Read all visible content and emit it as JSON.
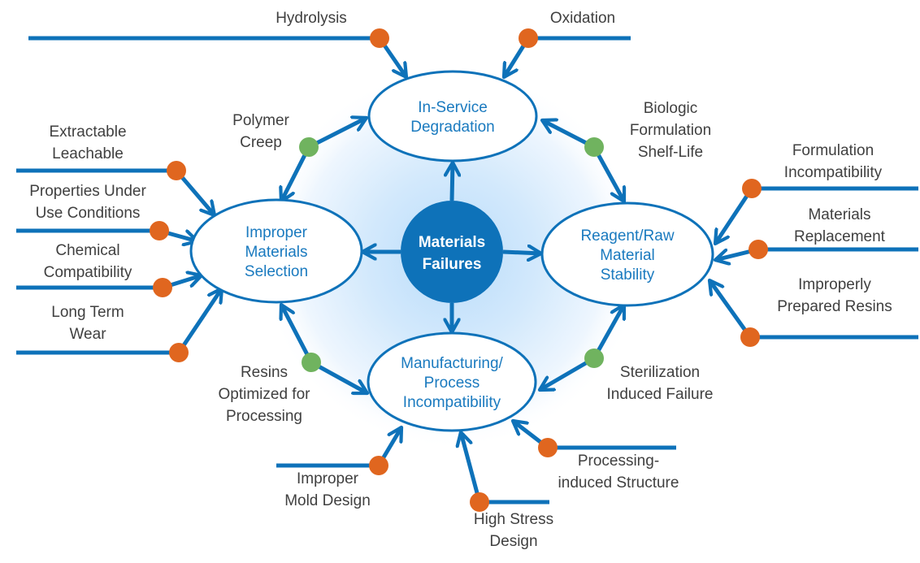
{
  "colors": {
    "primary_blue": "#0e72b9",
    "node_text_blue": "#1a7abf",
    "label_gray": "#404040",
    "orange_dot": "#e0661f",
    "green_dot": "#70b35f",
    "glow": "#cfe6fb"
  },
  "center": {
    "label_lines": [
      "Materials",
      "Failures"
    ]
  },
  "nodes": [
    {
      "id": "in-service-degradation",
      "label_lines": [
        "In-Service",
        "Degradation"
      ]
    },
    {
      "id": "improper-materials-selection",
      "label_lines": [
        "Improper",
        "Materials",
        "Selection"
      ]
    },
    {
      "id": "reagent-raw-material-stability",
      "label_lines": [
        "Reagent/Raw",
        "Material",
        "Stability"
      ]
    },
    {
      "id": "manufacturing-process-incompatibility",
      "label_lines": [
        "Manufacturing/",
        "Process",
        "Incompatibility"
      ]
    }
  ],
  "bridges": [
    {
      "id": "polymer-creep",
      "label_lines": [
        "Polymer",
        "Creep"
      ],
      "connects": [
        "in-service-degradation",
        "improper-materials-selection"
      ]
    },
    {
      "id": "biologic-formulation-shelf-life",
      "label_lines": [
        "Biologic",
        "Formulation",
        "Shelf-Life"
      ],
      "connects": [
        "in-service-degradation",
        "reagent-raw-material-stability"
      ]
    },
    {
      "id": "resins-optimized-for-processing",
      "label_lines": [
        "Resins",
        "Optimized for",
        "Processing"
      ],
      "connects": [
        "improper-materials-selection",
        "manufacturing-process-incompatibility"
      ]
    },
    {
      "id": "sterilization-induced-failure",
      "label_lines": [
        "Sterilization",
        "Induced  Failure"
      ],
      "connects": [
        "reagent-raw-material-stability",
        "manufacturing-process-incompatibility"
      ]
    }
  ],
  "causes": [
    {
      "id": "hydrolysis",
      "label_lines": [
        "Hydrolysis"
      ],
      "target": "in-service-degradation"
    },
    {
      "id": "oxidation",
      "label_lines": [
        "Oxidation"
      ],
      "target": "in-service-degradation"
    },
    {
      "id": "extractable-leachable",
      "label_lines": [
        "Extractable",
        "Leachable"
      ],
      "target": "improper-materials-selection"
    },
    {
      "id": "properties-under-use-conditions",
      "label_lines": [
        "Properties Under",
        "Use Conditions"
      ],
      "target": "improper-materials-selection"
    },
    {
      "id": "chemical-compatibility",
      "label_lines": [
        "Chemical",
        "Compatibility"
      ],
      "target": "improper-materials-selection"
    },
    {
      "id": "long-term-wear",
      "label_lines": [
        "Long Term",
        "Wear"
      ],
      "target": "improper-materials-selection"
    },
    {
      "id": "formulation-incompatibility",
      "label_lines": [
        "Formulation",
        "Incompatibility"
      ],
      "target": "reagent-raw-material-stability"
    },
    {
      "id": "materials-replacement",
      "label_lines": [
        "Materials",
        "Replacement"
      ],
      "target": "reagent-raw-material-stability"
    },
    {
      "id": "improperly-prepared-resins",
      "label_lines": [
        "Improperly",
        "Prepared Resins"
      ],
      "target": "reagent-raw-material-stability"
    },
    {
      "id": "improper-mold-design",
      "label_lines": [
        "Improper",
        "Mold Design"
      ],
      "target": "manufacturing-process-incompatibility"
    },
    {
      "id": "high-stress-design",
      "label_lines": [
        "High Stress",
        "Design"
      ],
      "target": "manufacturing-process-incompatibility"
    },
    {
      "id": "processing-induced-structure",
      "label_lines": [
        "Processing-",
        "induced  Structure"
      ],
      "target": "manufacturing-process-incompatibility"
    }
  ]
}
